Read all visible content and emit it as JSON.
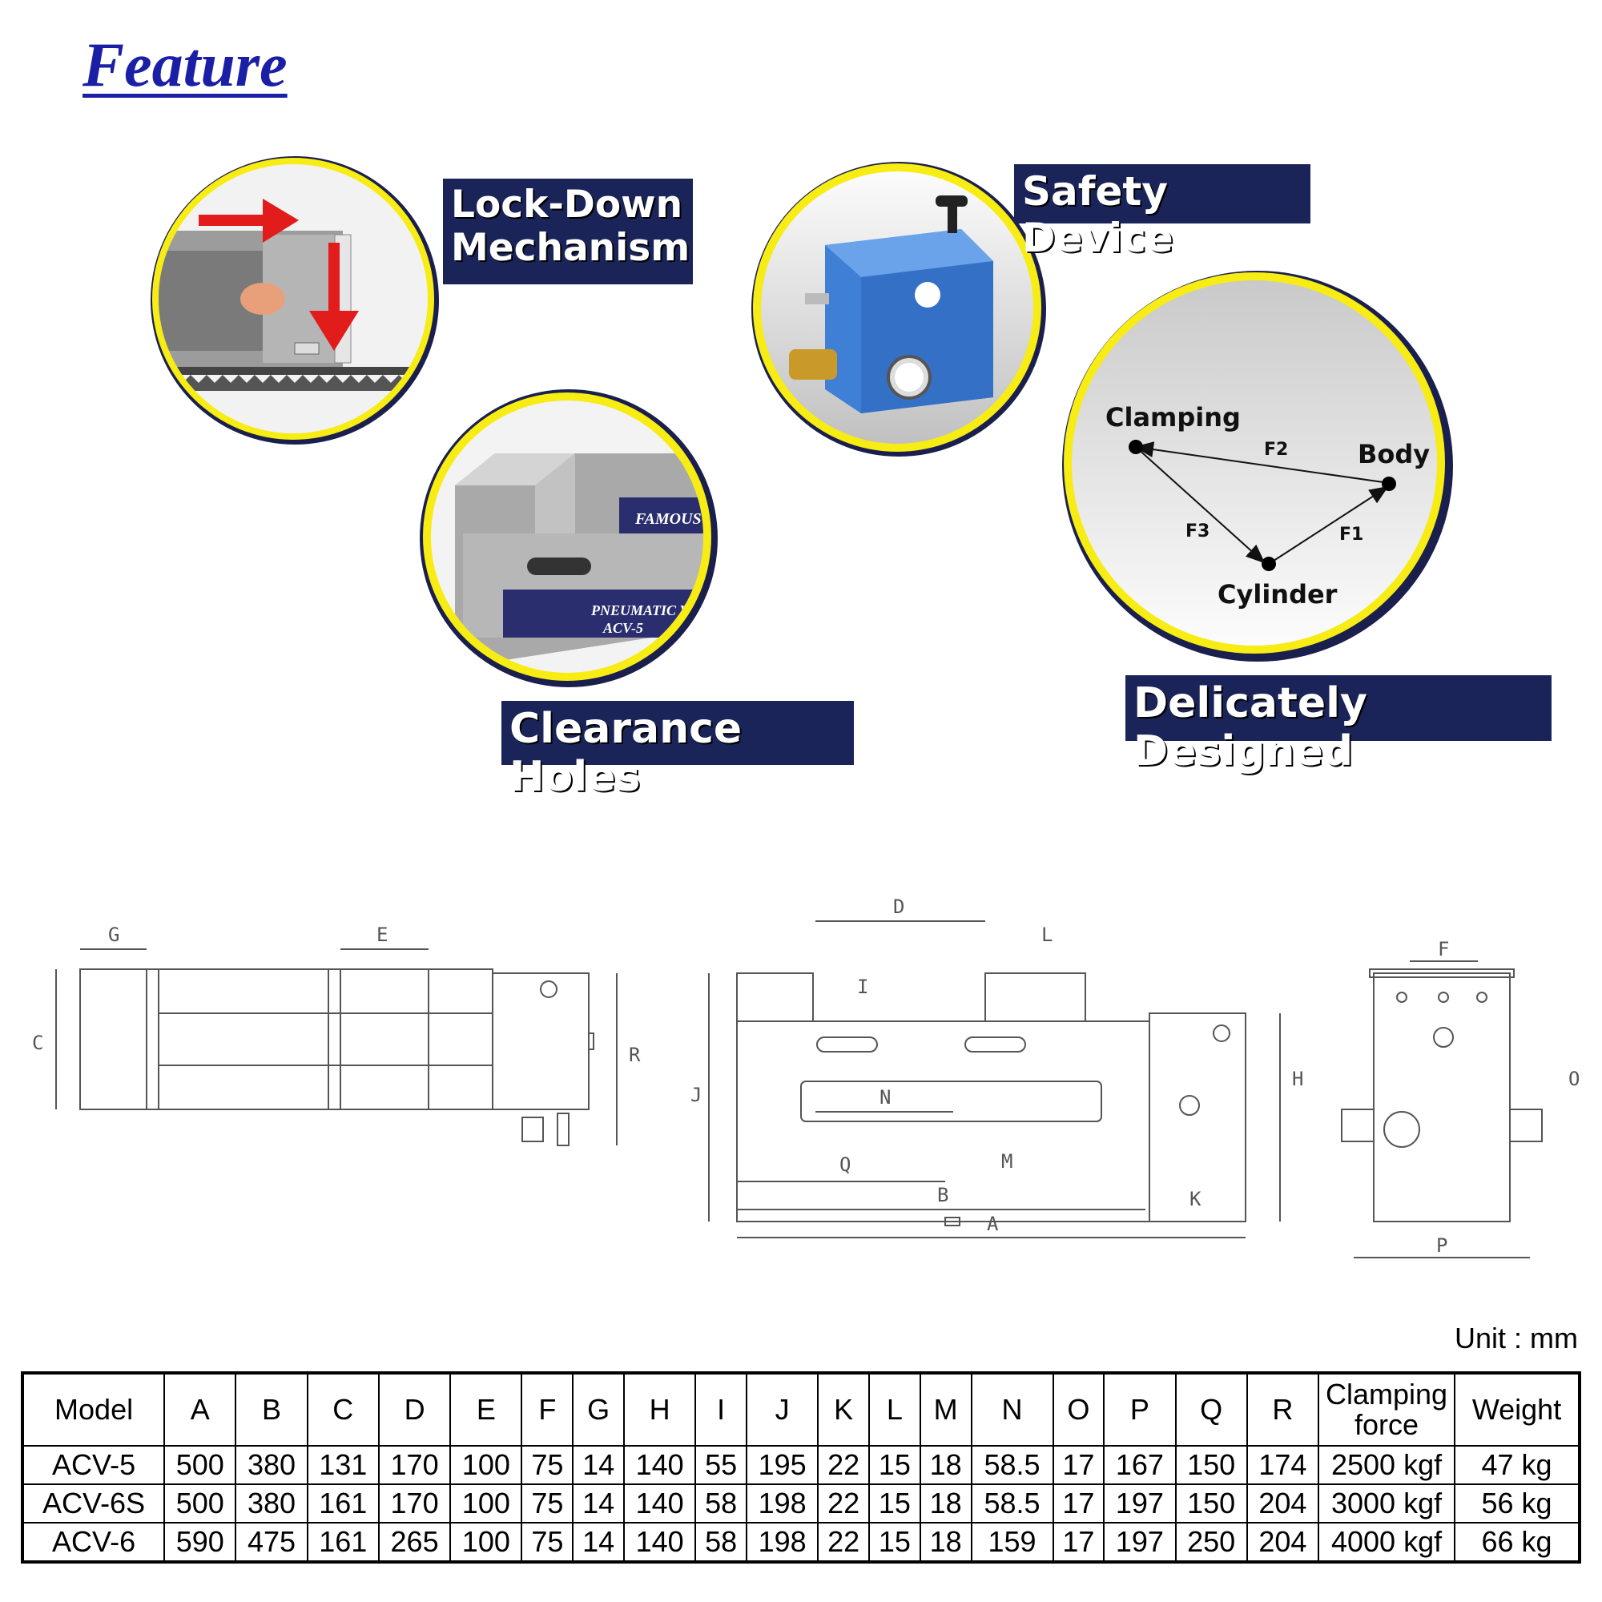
{
  "title": "Feature",
  "features": {
    "lock_down": "Lock-Down\nMechanism",
    "safety": "Safety Device",
    "clearance": "Clearance Holes",
    "delicate": "Delicately Designed"
  },
  "force_diagram": {
    "clamping": "Clamping",
    "body": "Body",
    "cylinder": "Cylinder",
    "f1": "F1",
    "f2": "F2",
    "f3": "F3"
  },
  "vise_brand": "FAMOUS",
  "vise_plate": "PNEUMATIC VI",
  "vise_model": "ACV-5",
  "dims": [
    "A",
    "B",
    "C",
    "D",
    "E",
    "F",
    "G",
    "H",
    "I",
    "J",
    "K",
    "L",
    "M",
    "N",
    "O",
    "P",
    "Q",
    "R"
  ],
  "unit": "Unit : mm",
  "table": {
    "headers": [
      "Model",
      "A",
      "B",
      "C",
      "D",
      "E",
      "F",
      "G",
      "H",
      "I",
      "J",
      "K",
      "L",
      "M",
      "N",
      "O",
      "P",
      "Q",
      "R",
      "Clamping force",
      "Weight"
    ],
    "rows": [
      [
        "ACV-5",
        "500",
        "380",
        "131",
        "170",
        "100",
        "75",
        "14",
        "140",
        "55",
        "195",
        "22",
        "15",
        "18",
        "58.5",
        "17",
        "167",
        "150",
        "174",
        "2500 kgf",
        "47 kg"
      ],
      [
        "ACV-6S",
        "500",
        "380",
        "161",
        "170",
        "100",
        "75",
        "14",
        "140",
        "58",
        "198",
        "22",
        "15",
        "18",
        "58.5",
        "17",
        "197",
        "150",
        "204",
        "3000 kgf",
        "56 kg"
      ],
      [
        "ACV-6",
        "590",
        "475",
        "161",
        "265",
        "100",
        "75",
        "14",
        "140",
        "58",
        "198",
        "22",
        "15",
        "18",
        "159",
        "17",
        "197",
        "250",
        "204",
        "4000 kgf",
        "66 kg"
      ]
    ]
  },
  "colors": {
    "title": "#1a1fa6",
    "label_bg": "#1a2458",
    "ring": "#f7ec14",
    "ring_dark": "#1a1f4d"
  }
}
